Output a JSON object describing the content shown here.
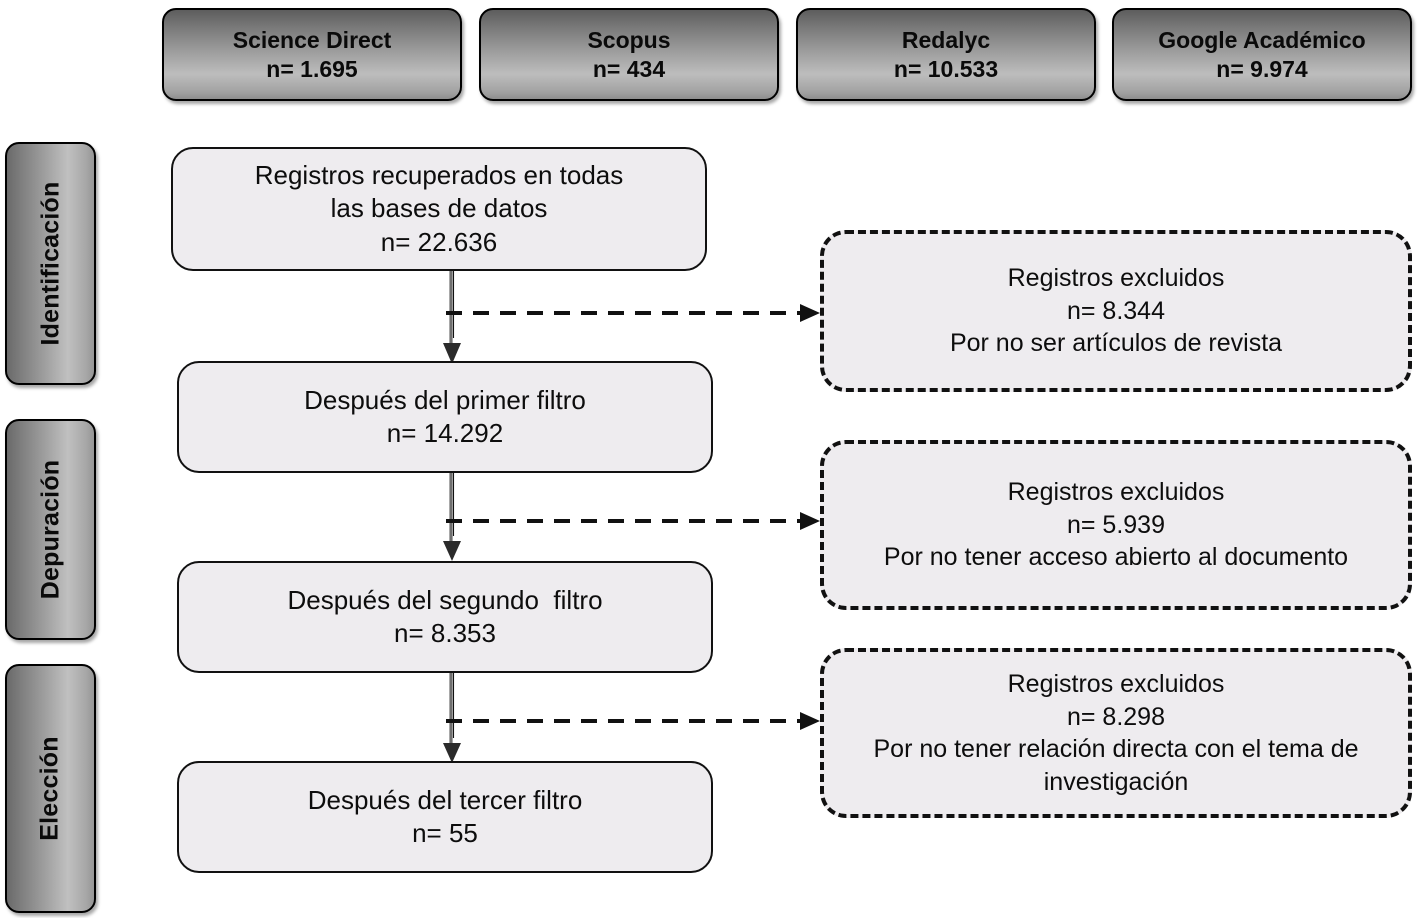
{
  "diagram": {
    "title": "PRISMA flow diagram",
    "colors": {
      "box_fill": "#eeecef",
      "box_border": "#111111",
      "gradient_dark": "#5d5d5d",
      "gradient_light": "#c0c0c0",
      "connector": "#6b6b6b",
      "page_background": "#ffffff"
    }
  },
  "sources": [
    {
      "name": "Science Direct",
      "n": "n= 1.695"
    },
    {
      "name": "Scopus",
      "n": "n= 434"
    },
    {
      "name": "Redalyc",
      "n": "n= 10.533"
    },
    {
      "name": "Google Académico",
      "n": "n= 9.974"
    }
  ],
  "stages": [
    {
      "label": "Identificación"
    },
    {
      "label": "Depuración"
    },
    {
      "label": "Elección"
    }
  ],
  "flow": [
    {
      "id": "recuperados",
      "line1": "Registros recuperados en todas",
      "line2": "las bases de datos",
      "line3": "n= 22.636"
    },
    {
      "id": "primer-filtro",
      "line1": "Después del primer filtro",
      "line2": "n= 14.292",
      "line3": ""
    },
    {
      "id": "segundo-filtro",
      "line1": "Después del segundo  filtro",
      "line2": "n= 8.353",
      "line3": ""
    },
    {
      "id": "tercer-filtro",
      "line1": "Después del tercer filtro",
      "line2": "n= 55",
      "line3": ""
    }
  ],
  "exclusions": [
    {
      "id": "excluidos-1",
      "line1": "Registros excluidos",
      "line2": "n= 8.344",
      "line3": "Por no ser artículos de revista"
    },
    {
      "id": "excluidos-2",
      "line1": "Registros excluidos",
      "line2": "n= 5.939",
      "line3": "Por no tener acceso abierto al documento"
    },
    {
      "id": "excluidos-3",
      "line1": "Registros excluidos",
      "line2": "n= 8.298",
      "line3": "Por no tener relación directa con el tema de investigación"
    }
  ]
}
